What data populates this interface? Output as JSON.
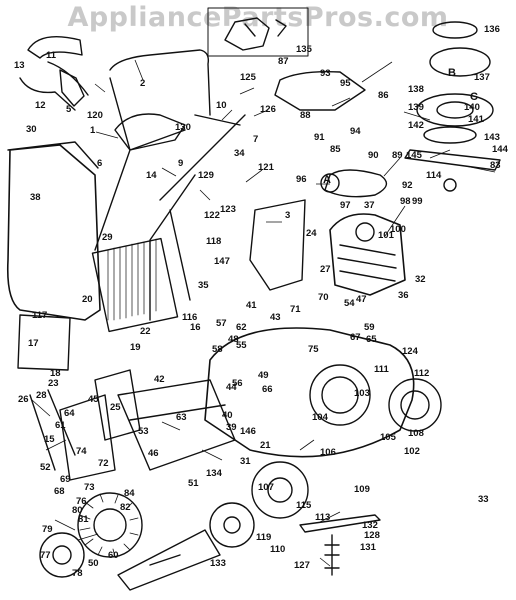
{
  "watermark": "AppliancePartsPros.com",
  "diagram_type": "exploded-view parts diagram (walk-behind lawn mower)",
  "callouts": [
    "1",
    "2",
    "3",
    "5",
    "6",
    "7",
    "9",
    "10",
    "11",
    "12",
    "13",
    "14",
    "15",
    "16",
    "17",
    "18",
    "19",
    "20",
    "21",
    "22",
    "23",
    "24",
    "25",
    "26",
    "27",
    "28",
    "29",
    "30",
    "31",
    "32",
    "33",
    "34",
    "35",
    "36",
    "37",
    "38",
    "39",
    "40",
    "41",
    "42",
    "43",
    "44",
    "45",
    "46",
    "47",
    "48",
    "49",
    "50",
    "51",
    "52",
    "53",
    "54",
    "55",
    "56",
    "57",
    "58",
    "59",
    "60",
    "61",
    "62",
    "63",
    "64",
    "65",
    "66",
    "67",
    "68",
    "69",
    "70",
    "71",
    "72",
    "73",
    "74",
    "75",
    "76",
    "77",
    "78",
    "79",
    "80",
    "81",
    "82",
    "83",
    "84",
    "85",
    "86",
    "87",
    "88",
    "89",
    "90",
    "91",
    "92",
    "93",
    "94",
    "95",
    "96",
    "97",
    "98",
    "99",
    "100",
    "101",
    "102",
    "103",
    "104",
    "105",
    "106",
    "107",
    "108",
    "109",
    "110",
    "111",
    "112",
    "113",
    "114",
    "115",
    "116",
    "117",
    "118",
    "119",
    "120",
    "121",
    "122",
    "123",
    "124",
    "125",
    "126",
    "127",
    "128",
    "129",
    "130",
    "131",
    "132",
    "133",
    "134",
    "135",
    "136",
    "137",
    "138",
    "139",
    "140",
    "141",
    "142",
    "143",
    "144",
    "145",
    "146",
    "147"
  ],
  "letter_labels": [
    "A",
    "B",
    "C"
  ]
}
